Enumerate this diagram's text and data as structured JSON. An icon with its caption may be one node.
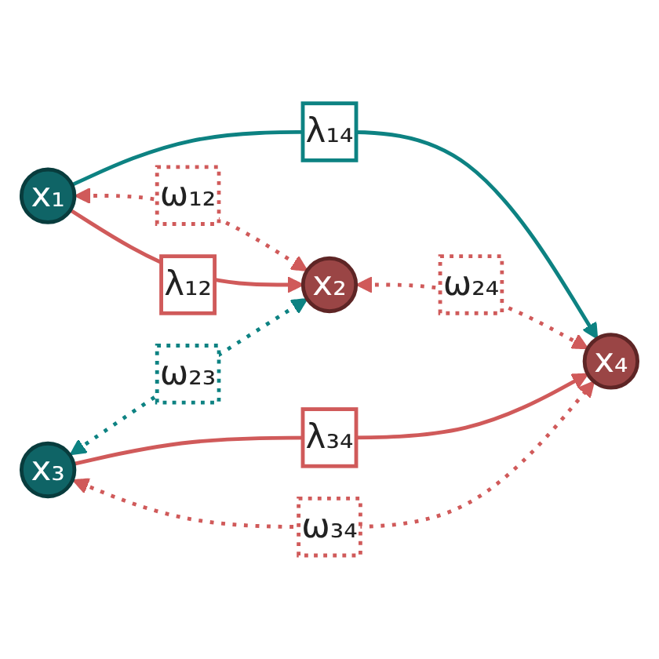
{
  "diagram": {
    "nodes": [
      {
        "text": [
          "x₁"
        ]
      },
      {
        "text": [
          "x₂"
        ]
      },
      {
        "text": [
          "x₃"
        ]
      },
      {
        "text": [
          "x₄"
        ]
      }
    ],
    "edges": [
      {
        "from": 0,
        "to": 1,
        "arrow": "both",
        "label": "ω₁₂",
        "style": "dashed"
      },
      {
        "from": 0,
        "to": 1,
        "arrow": "to",
        "label": "λ₁₂"
      },
      {
        "from": 0,
        "to": 3,
        "arrow": "to",
        "label": "λ₁₄",
        "color": "#0d8282"
      },
      {
        "from": 2,
        "to": 1,
        "arrow": "both",
        "label": "ω₂₃",
        "style": "dashed",
        "color": "#0d8282"
      },
      {
        "from": 1,
        "to": 3,
        "arrow": "both",
        "label": "ω₂₄",
        "style": "dashed"
      },
      {
        "from": 2,
        "to": 3,
        "arrow": "to",
        "label": "λ₃₄"
      },
      {
        "from": 2,
        "to": 3,
        "arrow": "both",
        "label": "ω₃₄",
        "style": "dashed"
      }
    ]
  }
}
